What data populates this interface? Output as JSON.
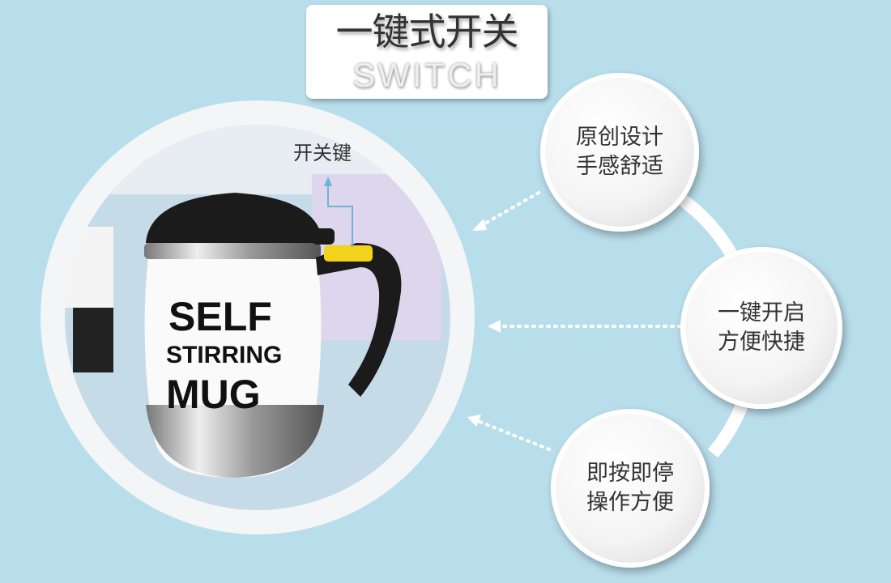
{
  "title": {
    "main": "一键式开关",
    "subtitle": "SWITCH"
  },
  "callout_label": "开关键",
  "product_text": [
    "SELF",
    "STIRRING",
    "MUG"
  ],
  "features": [
    {
      "line1": "原创设计",
      "line2": "手感舒适"
    },
    {
      "line1": "一键开启",
      "line2": "方便快捷"
    },
    {
      "line1": "即按即停",
      "line2": "操作方便"
    }
  ],
  "colors": {
    "background": "#b9deeb",
    "switch_button": "#f2d21a",
    "callout_arrow": "#6fb4d6"
  }
}
